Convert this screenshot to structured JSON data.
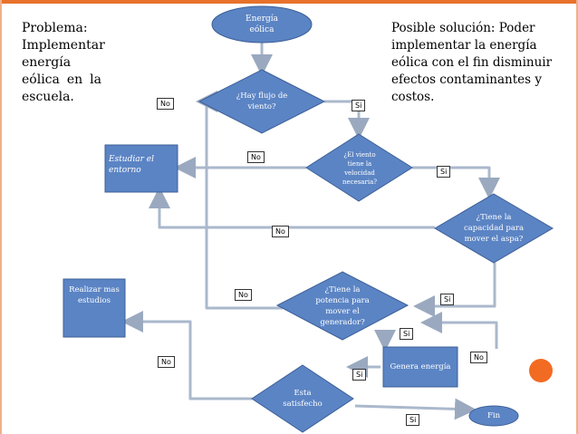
{
  "problem_text": "Problema: Implementar energía eólica en la escuela.",
  "solution_text": "Posible solución: Poder implementar la energía eólica con el fin disminuir efectos contaminantes y costos.",
  "nodes": {
    "start": "Energía eólica",
    "flujo": "¿Hay flujo de viento?",
    "velocidad": "¿El viento tiene la velocidad necesaria?",
    "capacidad": "¿Tiene la capacidad para mover el aspa?",
    "potencia": "¿Tiene la potencia para mover el generador?",
    "estudiar": "Estudiar el entorno",
    "realizar": "Realizar mas estudios",
    "genera": "Genera energía",
    "satisfecho": "Esta satisfecho",
    "fin": "Fin"
  },
  "labels": {
    "no": "No",
    "si": "Si"
  },
  "colors": {
    "shape_fill": "#5b84c4",
    "shape_stroke": "#3d5f97",
    "arrow": "#aab8cc",
    "accent": "#e8722b"
  }
}
